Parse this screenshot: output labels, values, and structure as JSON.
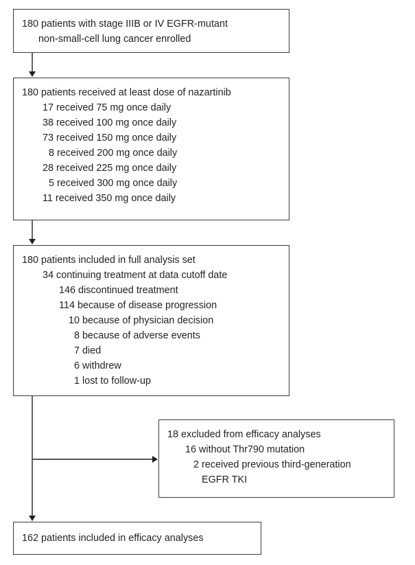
{
  "flowchart": {
    "enrolled": {
      "lines": [
        "180 patients with stage IIIB or IV EGFR-mutant",
        "non-small-cell lung cancer enrolled"
      ]
    },
    "dosed": {
      "title": "180 patients received at least dose of nazartinib",
      "items": [
        "17 received 75 mg once daily",
        "38 received 100 mg once daily",
        "73 received 150 mg once daily",
        "8 received 200 mg once daily",
        "28 received 225 mg once daily",
        "5 received 300 mg once daily",
        "11 received 350 mg once daily"
      ]
    },
    "analysis_set": {
      "title": "180 patients included in full analysis set",
      "continuing": "34 continuing treatment at data cutoff date",
      "discontinued": "146 discontinued treatment",
      "reasons": [
        "114 because of disease progression",
        "10 because of physician decision",
        "8 because of adverse events",
        "7 died",
        "6 withdrew",
        "1 lost to follow-up"
      ]
    },
    "excluded": {
      "title": "18 excluded from efficacy analyses",
      "without_mutation": "16 without Thr790 mutation",
      "previous_tki_line1": "2 received previous third-generation",
      "previous_tki_line2": "EGFR TKI"
    },
    "efficacy": {
      "title": "162 patients included in efficacy analyses"
    }
  }
}
